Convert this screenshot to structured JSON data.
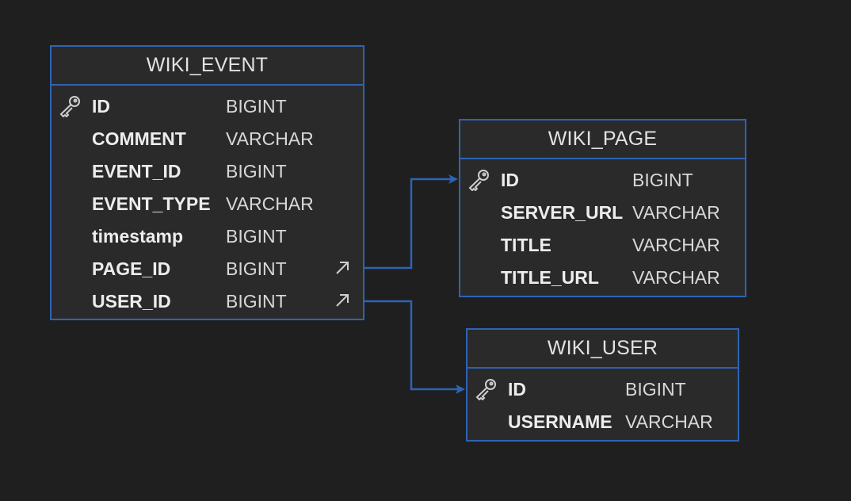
{
  "colors": {
    "background": "#1f1f1f",
    "table_fill": "#2a2a2a",
    "border": "#2f63b3",
    "text": "#ededed"
  },
  "tables": {
    "wiki_event": {
      "title": "WIKI_EVENT",
      "columns": [
        {
          "name": "ID",
          "type": "BIGINT",
          "primary_key": true,
          "foreign_key": false
        },
        {
          "name": "COMMENT",
          "type": "VARCHAR",
          "primary_key": false,
          "foreign_key": false
        },
        {
          "name": "EVENT_ID",
          "type": "BIGINT",
          "primary_key": false,
          "foreign_key": false
        },
        {
          "name": "EVENT_TYPE",
          "type": "VARCHAR",
          "primary_key": false,
          "foreign_key": false
        },
        {
          "name": "timestamp",
          "type": "BIGINT",
          "primary_key": false,
          "foreign_key": false
        },
        {
          "name": "PAGE_ID",
          "type": "BIGINT",
          "primary_key": false,
          "foreign_key": true
        },
        {
          "name": "USER_ID",
          "type": "BIGINT",
          "primary_key": false,
          "foreign_key": true
        }
      ]
    },
    "wiki_page": {
      "title": "WIKI_PAGE",
      "columns": [
        {
          "name": "ID",
          "type": "BIGINT",
          "primary_key": true,
          "foreign_key": false
        },
        {
          "name": "SERVER_URL",
          "type": "VARCHAR",
          "primary_key": false,
          "foreign_key": false
        },
        {
          "name": "TITLE",
          "type": "VARCHAR",
          "primary_key": false,
          "foreign_key": false
        },
        {
          "name": "TITLE_URL",
          "type": "VARCHAR",
          "primary_key": false,
          "foreign_key": false
        }
      ]
    },
    "wiki_user": {
      "title": "WIKI_USER",
      "columns": [
        {
          "name": "ID",
          "type": "BIGINT",
          "primary_key": true,
          "foreign_key": false
        },
        {
          "name": "USERNAME",
          "type": "VARCHAR",
          "primary_key": false,
          "foreign_key": false
        }
      ]
    }
  },
  "relations": [
    {
      "from": "WIKI_EVENT.PAGE_ID",
      "to": "WIKI_PAGE.ID"
    },
    {
      "from": "WIKI_EVENT.USER_ID",
      "to": "WIKI_USER.ID"
    }
  ]
}
